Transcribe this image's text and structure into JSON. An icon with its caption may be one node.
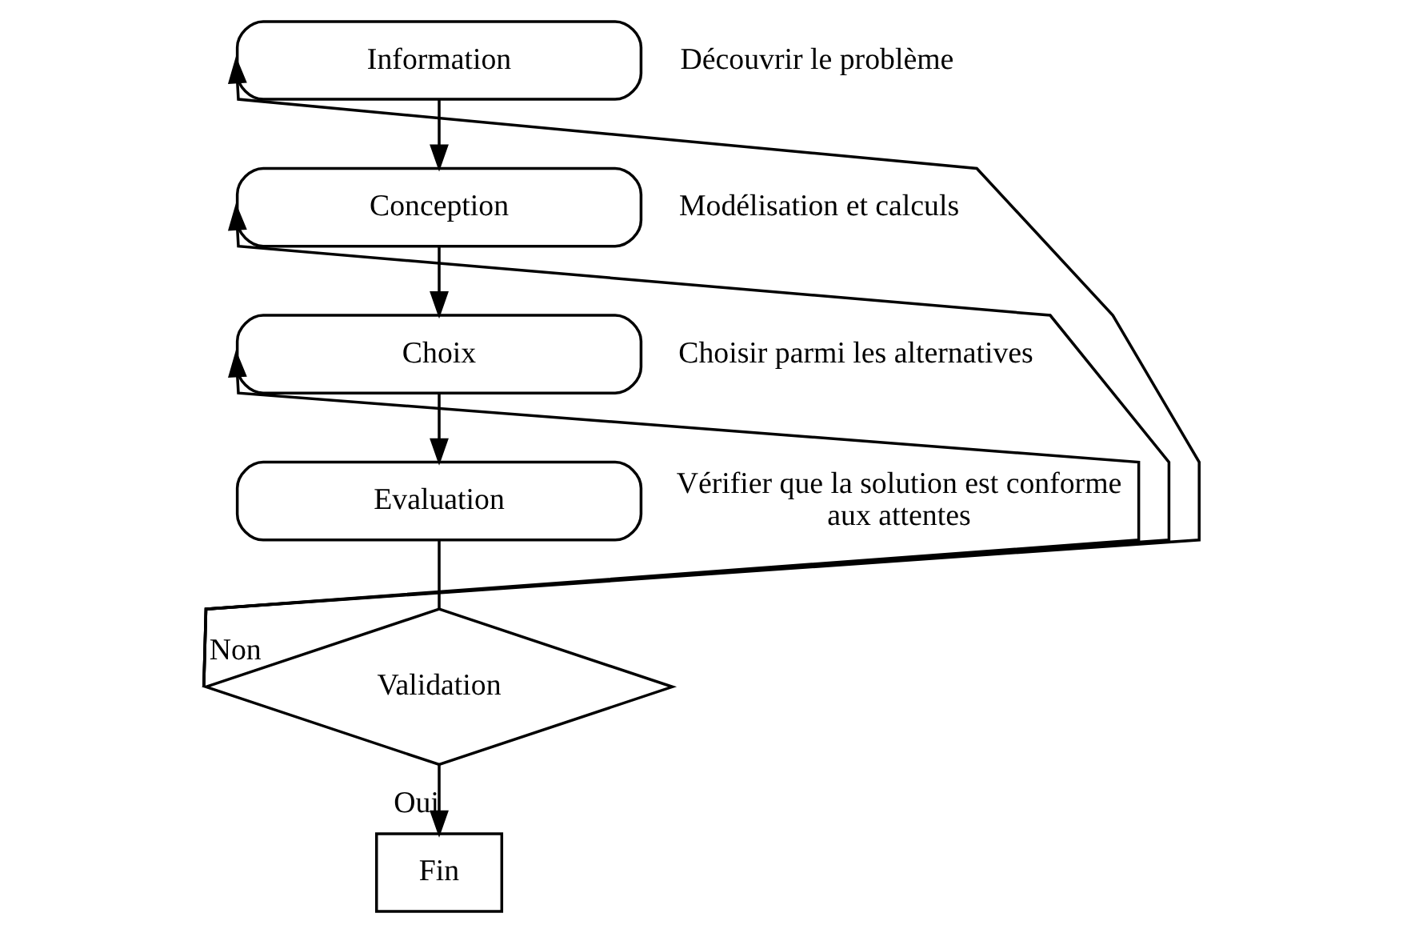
{
  "diagram": {
    "nodes": [
      {
        "text": [
          "Information"
        ],
        "beside": [
          "Découvrir le problème"
        ]
      },
      {
        "text": [
          "Conception"
        ],
        "beside": [
          "Modélisation et calculs"
        ]
      },
      {
        "text": [
          "Choix"
        ],
        "beside": [
          "Choisir parmi les alternatives"
        ]
      },
      {
        "text": [
          "Evaluation"
        ],
        "beside": [
          "Vérifier que la solution est conforme aux attentes"
        ]
      },
      {
        "text": [
          "Validation"
        ]
      },
      {
        "text": [
          "Fin"
        ]
      }
    ],
    "edges": [
      {
        "from": 0,
        "to": 1,
        "arrow": "to"
      },
      {
        "from": 1,
        "to": 2,
        "arrow": "to"
      },
      {
        "from": 2,
        "to": 3,
        "arrow": "to"
      },
      {
        "from": 3,
        "to": 4,
        "arrow": "none"
      },
      {
        "from": 4,
        "to": 5,
        "arrow": "to",
        "label": "Oui"
      },
      {
        "from": 4,
        "to": 0,
        "arrow": "to",
        "label": "Non"
      },
      {
        "from": 4,
        "to": 1,
        "arrow": "to"
      },
      {
        "from": 4,
        "to": 2,
        "arrow": "to"
      }
    ]
  }
}
